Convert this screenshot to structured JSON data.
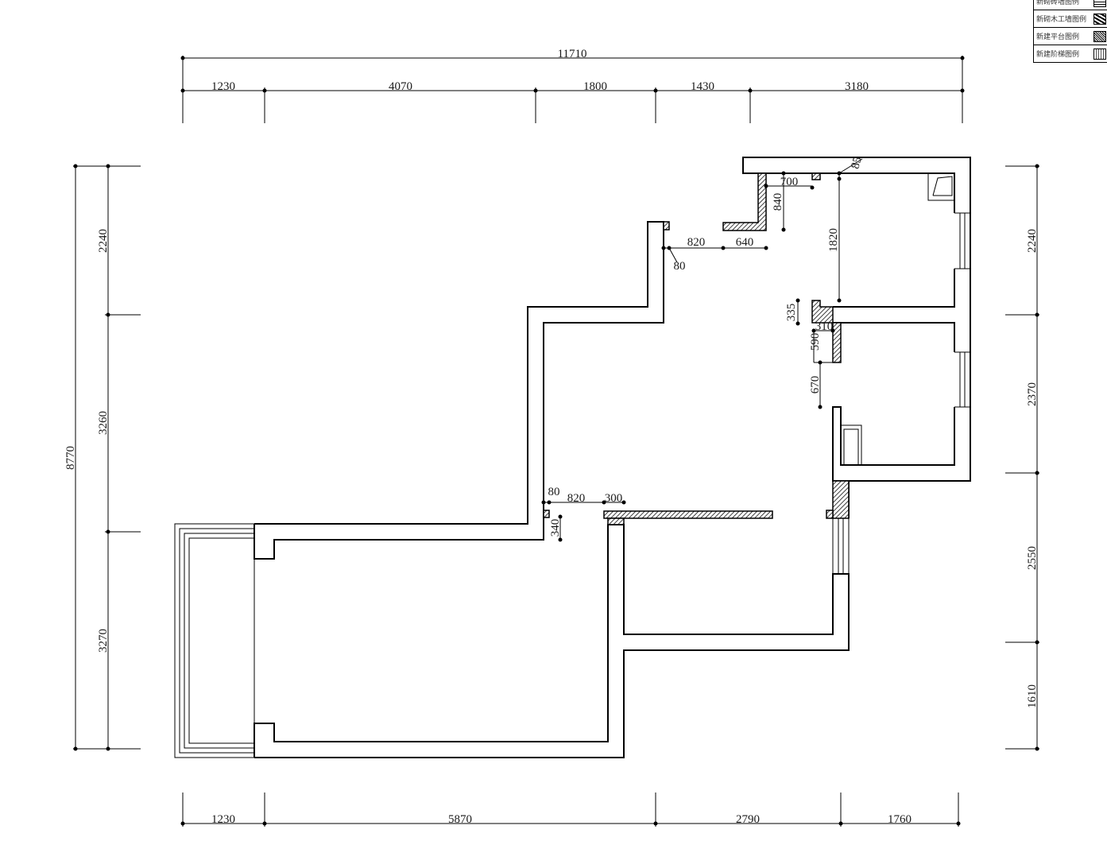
{
  "legend": [
    {
      "label": "新砌砖墙图例",
      "pattern": "brick"
    },
    {
      "label": "新砌木工墙图例",
      "pattern": "wood"
    },
    {
      "label": "新建平台图例",
      "pattern": "hatch"
    },
    {
      "label": "新建阶梯图例",
      "pattern": "stair"
    }
  ],
  "dimensions": {
    "top_total": "11710",
    "top": [
      "1230",
      "4070",
      "1800",
      "1430",
      "3180"
    ],
    "left_total": "8770",
    "left": [
      "2240",
      "3260",
      "3270"
    ],
    "right": [
      "2240",
      "2370",
      "2550",
      "1610"
    ],
    "bottom": [
      "1230",
      "5870",
      "2790",
      "1760"
    ],
    "interior": {
      "d700": "700",
      "d840": "840",
      "d85": "85",
      "d1820": "1820",
      "d820a": "820",
      "d640": "640",
      "d80a": "80",
      "d335": "335",
      "d310": "310",
      "d590": "590",
      "d670": "670",
      "d80b": "80",
      "d820b": "820",
      "d300": "300",
      "d340": "340"
    }
  }
}
